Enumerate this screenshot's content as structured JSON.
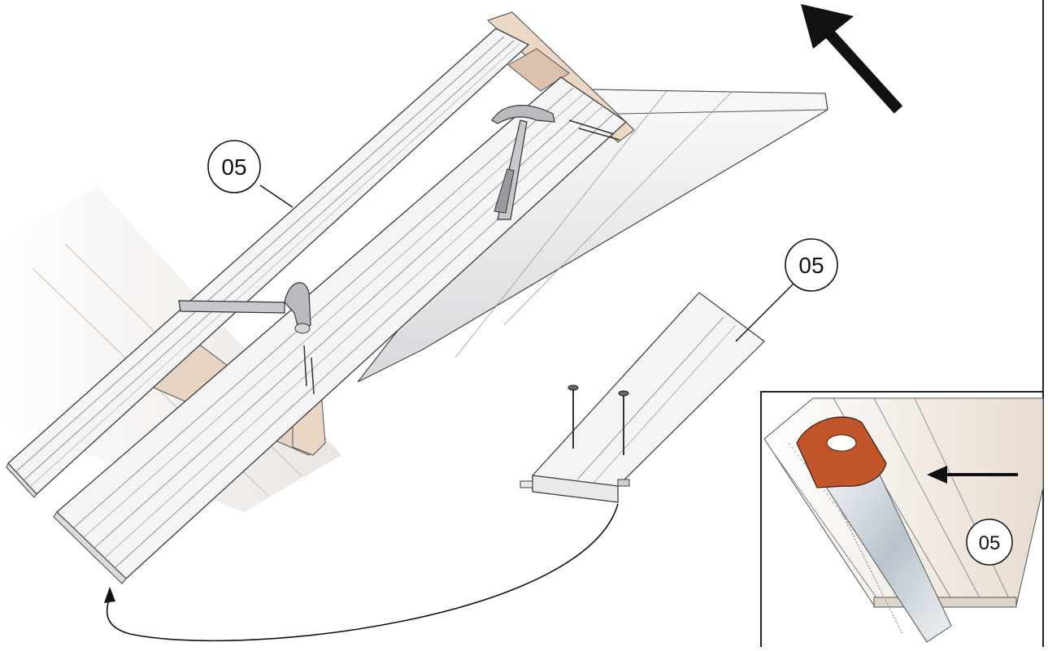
{
  "callouts": [
    {
      "label": "05"
    },
    {
      "label": "05"
    },
    {
      "label": "05"
    }
  ],
  "colors": {
    "board_fill": "#f4f4f6",
    "board_stroke": "#3a3a3a",
    "wood_fill": "#ead7c6",
    "saw_handle": "#c2562b",
    "line": "#111111"
  },
  "icons": [
    "hammer-icon",
    "hammer-icon",
    "nail-icon",
    "screw-icon",
    "saw-icon",
    "arrow-icon"
  ]
}
